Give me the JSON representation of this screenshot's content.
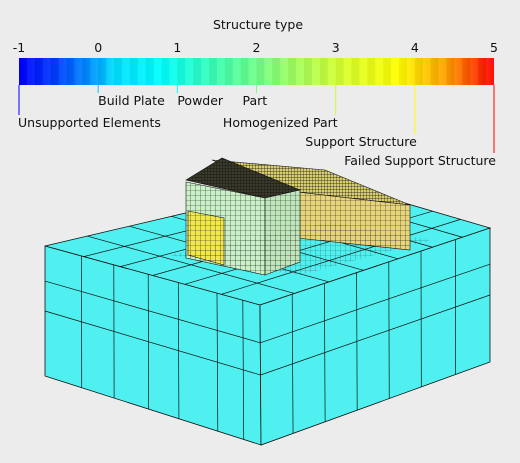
{
  "legend": {
    "title": "Structure type",
    "ticks": [
      "-1",
      "0",
      "1",
      "2",
      "3",
      "4",
      "5"
    ],
    "range": [
      -1,
      5
    ],
    "categories": [
      {
        "label": "Unsupported Elements",
        "value": -1,
        "color": "#0000ff"
      },
      {
        "label": "Build Plate",
        "value": 0,
        "color": "#00c8ff"
      },
      {
        "label": "Powder",
        "value": 1,
        "color": "#00ffff"
      },
      {
        "label": "Part",
        "value": 2,
        "color": "#7fff7f"
      },
      {
        "label": "Homogenized Part",
        "value": 3,
        "color": "#c8ff30"
      },
      {
        "label": "Support Structure",
        "value": 4,
        "color": "#ffff00"
      },
      {
        "label": "Failed Support Structure",
        "value": 5,
        "color": "#ff0000"
      }
    ]
  },
  "model": {
    "powder_color": "#4ff0ef",
    "part_color": "#c9f0c6",
    "support_color": "#f2e84a",
    "homogenized_color": "#e8d57a"
  }
}
